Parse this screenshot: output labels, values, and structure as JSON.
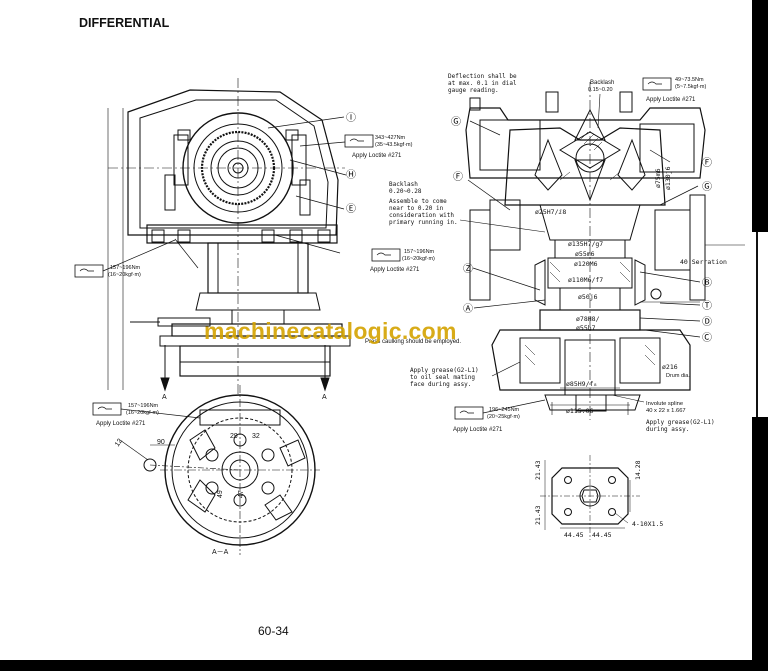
{
  "header": {
    "title": "DIFFERENTIAL"
  },
  "footer": {
    "page_number": "60-34"
  },
  "watermark": "machinecatalogic.com",
  "callouts": {
    "H": "Ⓗ",
    "E": "Ⓔ",
    "I": "Ⓘ",
    "G": "Ⓖ",
    "F": "Ⓕ",
    "Z": "Ⓩ",
    "A": "Ⓐ",
    "B": "Ⓑ",
    "T": "Ⓣ",
    "D": "Ⓓ",
    "C": "Ⓒ"
  },
  "torque_specs": {
    "top_left": {
      "value": "343~427Nm",
      "alt": "(35~43.5kgf·m)",
      "note": "Apply Loctite #271"
    },
    "mid_left": {
      "value": "157~196Nm",
      "alt": "(16~20kgf·m)"
    },
    "mid_center": {
      "value": "157~196Nm",
      "alt": "(16~20kgf·m)",
      "note": "Apply Loctite #271"
    },
    "lower_left": {
      "value": "157~196Nm",
      "alt": "(16~20kgf·m)",
      "note": "Apply Loctite #271"
    },
    "top_right": {
      "value": "49~73.5Nm",
      "alt": "(5~7.5kgf·m)",
      "note": "Apply Loctite #271"
    },
    "bottom_center": {
      "value": "196~245Nm",
      "alt": "(20~25kgf·m)",
      "note": "Apply Loctite #271"
    }
  },
  "notes": {
    "deflection": [
      "Deflection shall be",
      "at max. 0.1 in dial",
      "gauge reading."
    ],
    "backlash_top": [
      "Backlash",
      "0.15~0.20"
    ],
    "backlash_mid": [
      "Backlash",
      "0.20~0.28",
      "Assemble to come",
      "near to 0.20 in",
      "consideration with",
      "primary running in."
    ],
    "caulking": "Press caulking should be employed.",
    "grease_left": [
      "Apply grease(G2-L1)",
      "to oil seal mating",
      "face during assy."
    ],
    "drum": [
      "ø216",
      "Drum dia."
    ],
    "spline": [
      "Involute spline",
      "40 x 22 x 1.667"
    ],
    "grease_right": [
      "Apply grease(G2-L1)",
      "during assy."
    ],
    "serration": "40 Serration",
    "section": "A－A",
    "section_mark": "A"
  },
  "dimensions": {
    "d_25": "ø25H7/ⅈ8",
    "d_135": "ø135H7/g7",
    "d_55a": "ø55m6",
    "d_120": "ø120M6",
    "d_110": "ø110M6/f7",
    "d_50": "ø50j6",
    "d_78": "ø78H8/",
    "d_55b": "ø55h7",
    "d_85": "ø85H9/f₈",
    "d_115": "ø115.06",
    "d_130": "ø130j6",
    "d_75": "ø75m6",
    "d_216": "ø216",
    "hole_1": "29",
    "hole_2": "32",
    "hole_3": "49",
    "hole_4": "47",
    "dim_90": "90",
    "dim_12": "12",
    "detail_v1": "21.43",
    "detail_v2": "21.43",
    "detail_h1": "44.45",
    "detail_h2": "44.45",
    "detail_r": "14.28",
    "thread": "4-10X1.5"
  }
}
